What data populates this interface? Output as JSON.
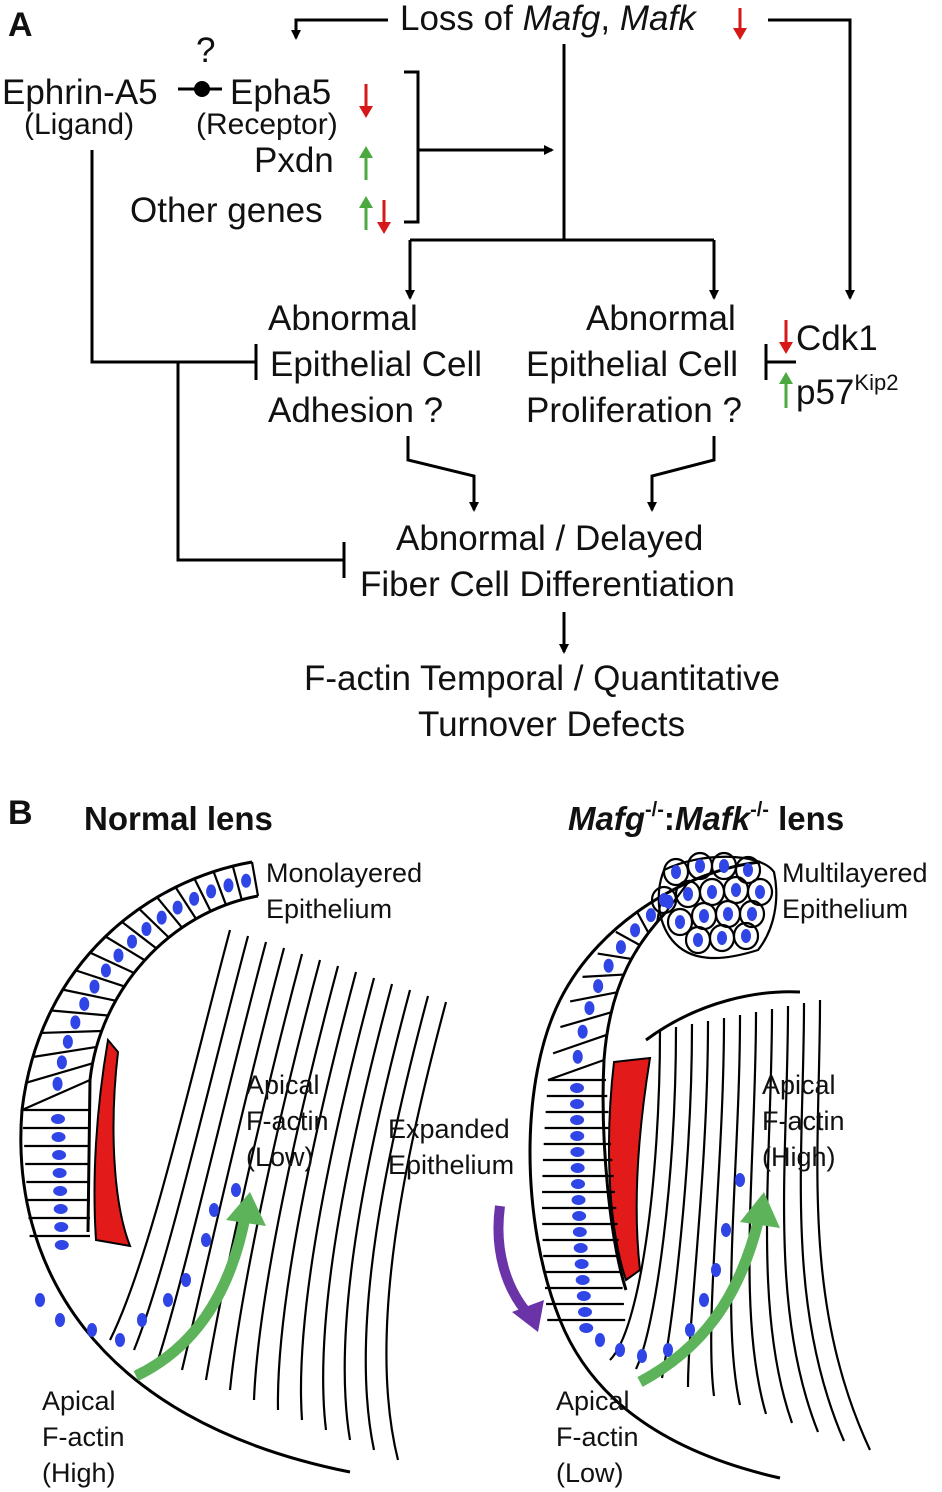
{
  "panel_a": {
    "label": "A",
    "loss_prefix": "Loss of ",
    "gene1": "Mafg",
    "comma": ", ",
    "gene2": "Mafk",
    "question": "?",
    "ephrin": "Ephrin-A5",
    "ligand": "(Ligand)",
    "epha5": "Epha5",
    "receptor": "(Receptor)",
    "pxdn": "Pxdn",
    "other_genes": "Other genes",
    "adhesion": [
      "Abnormal",
      "Epithelial Cell",
      "Adhesion ?"
    ],
    "proliferation": [
      "Abnormal",
      "Epithelial Cell",
      "Proliferation ?"
    ],
    "cdk1": "Cdk1",
    "p57": "p57",
    "p57_sup": "Kip2",
    "fiber": [
      "Abnormal / Delayed",
      "Fiber Cell Differentiation"
    ],
    "factin": [
      "F-actin Temporal / Quantitative",
      "Turnover Defects"
    ]
  },
  "panel_b": {
    "label": "B",
    "normal_title": "Normal lens",
    "mutant_title_gene1": "Mafg",
    "mutant_title_sup1": "-/-",
    "mutant_title_colon": ":",
    "mutant_title_gene2": "Mafk",
    "mutant_title_sup2": "-/-",
    "mutant_title_suffix": " lens",
    "normal_epi": [
      "Monolayered",
      "Epithelium"
    ],
    "normal_apical_low": [
      "Apical",
      "F-actin",
      "(Low)"
    ],
    "normal_apical_high": [
      "Apical",
      "F-actin",
      "(High)"
    ],
    "mutant_epi": [
      "Multilayered",
      "Epithelium"
    ],
    "expanded": [
      "Expanded",
      "Epithelium"
    ],
    "mutant_apical_high": [
      "Apical",
      "F-actin",
      "(High)"
    ],
    "mutant_apical_low": [
      "Apical",
      "F-actin",
      "(Low)"
    ]
  },
  "colors": {
    "up_arrow": "#4aaa3f",
    "down_arrow": "#d61818",
    "nuclei": "#2f45e6",
    "red_region": "#e21a1a",
    "purple_arrow": "#6a33a8",
    "green_arrow": "#5db35a"
  }
}
